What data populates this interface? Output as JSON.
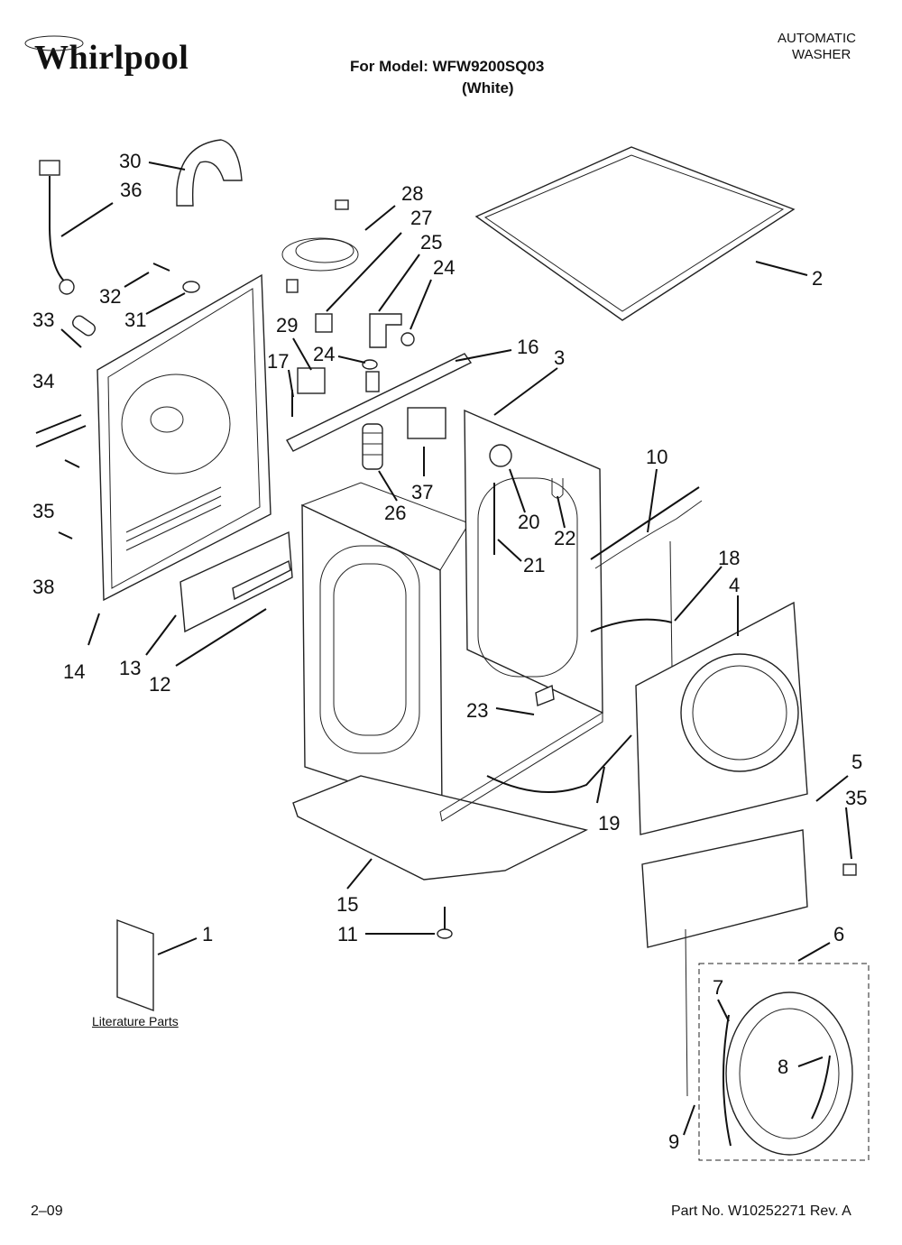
{
  "header": {
    "brand": "Whirlpool",
    "model_line": "For Model: WFW9200SQ03",
    "color_line": "(White)",
    "type_line1": "AUTOMATIC",
    "type_line2": "WASHER"
  },
  "literature_label": "Literature Parts",
  "footer": {
    "date_code": "2–09",
    "part_number": "Part No. W10252271 Rev. A"
  },
  "callouts": {
    "c1": "1",
    "c2": "2",
    "c3": "3",
    "c4": "4",
    "c5": "5",
    "c6": "6",
    "c7": "7",
    "c8": "8",
    "c9": "9",
    "c10": "10",
    "c11": "11",
    "c12": "12",
    "c13": "13",
    "c14": "14",
    "c15": "15",
    "c16": "16",
    "c17": "17",
    "c18": "18",
    "c19": "19",
    "c20": "20",
    "c21": "21",
    "c22": "22",
    "c23": "23",
    "c24a": "24",
    "c24b": "24",
    "c25": "25",
    "c26": "26",
    "c27": "27",
    "c28": "28",
    "c29": "29",
    "c30": "30",
    "c31": "31",
    "c32": "32",
    "c33": "33",
    "c34": "34",
    "c35a": "35",
    "c35b": "35",
    "c36": "36",
    "c37": "37",
    "c38": "38"
  }
}
